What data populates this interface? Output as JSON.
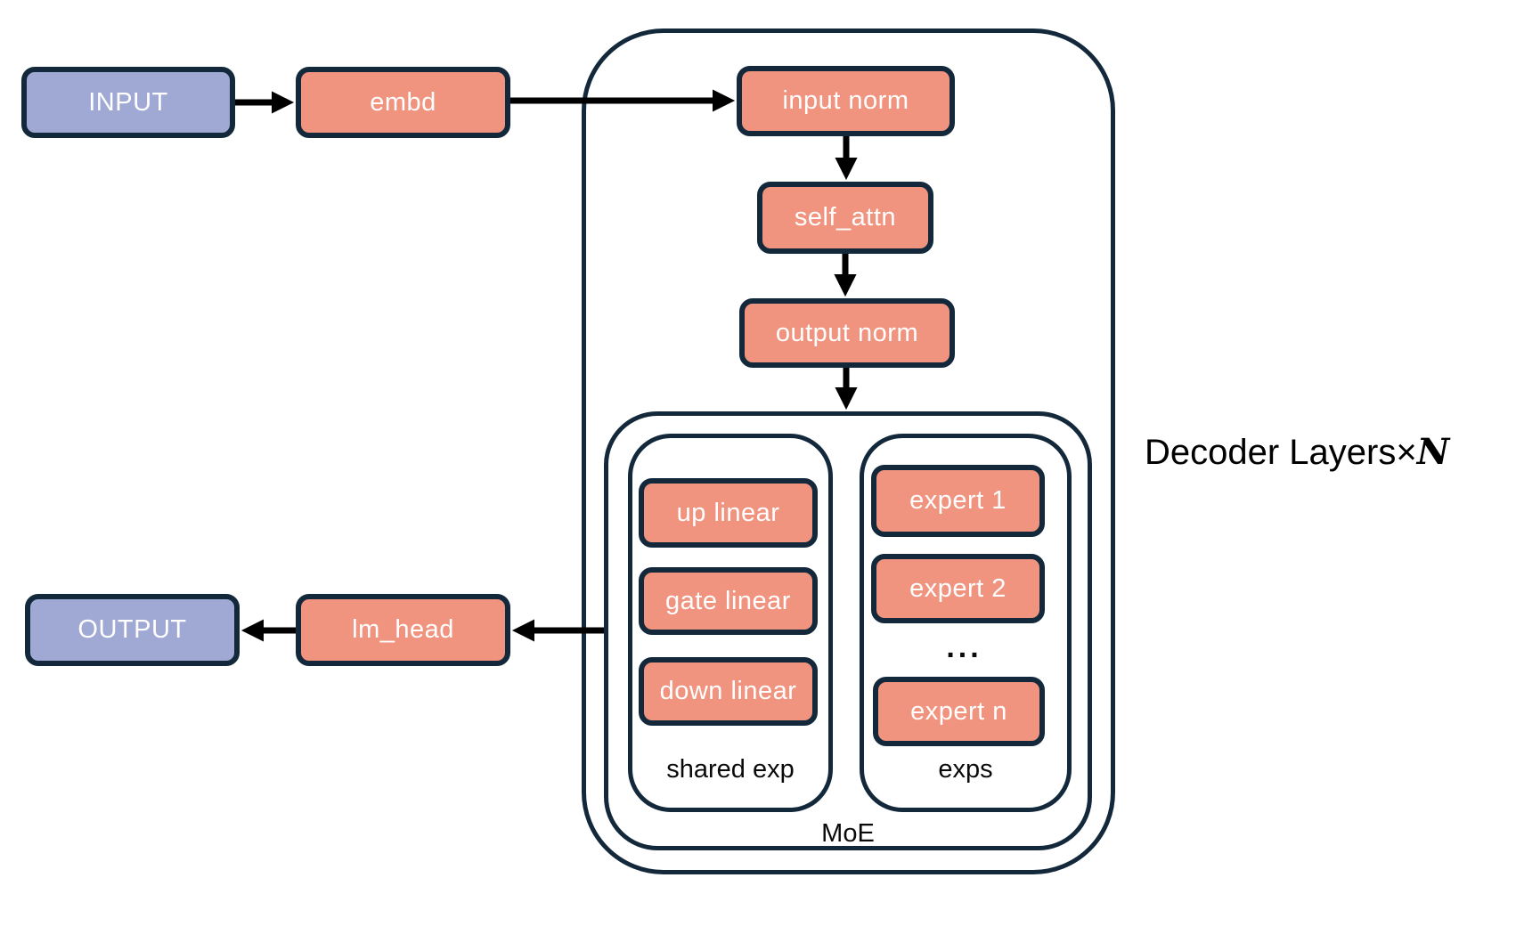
{
  "title": {
    "prefix": "Decoder Layers",
    "times": "×",
    "n": "N"
  },
  "nodes": {
    "input": "INPUT",
    "embd": "embd",
    "input_norm": "input norm",
    "self_attn": "self_attn",
    "output_norm": "output norm",
    "up_linear": "up linear",
    "gate_linear": "gate linear",
    "down_linear": "down linear",
    "expert_1": "expert 1",
    "expert_2": "expert 2",
    "expert_ellipsis": "...",
    "expert_n": "expert n",
    "lm_head": "lm_head",
    "output": "OUTPUT"
  },
  "groups": {
    "shared_exp": "shared exp",
    "exps": "exps",
    "moe": "MoE"
  },
  "colors": {
    "salmon": "#F0937F",
    "periwinkle": "#A0A8D4",
    "border_navy": "#13293B",
    "arrow_black": "#000000",
    "background": "#FFFFFF"
  }
}
